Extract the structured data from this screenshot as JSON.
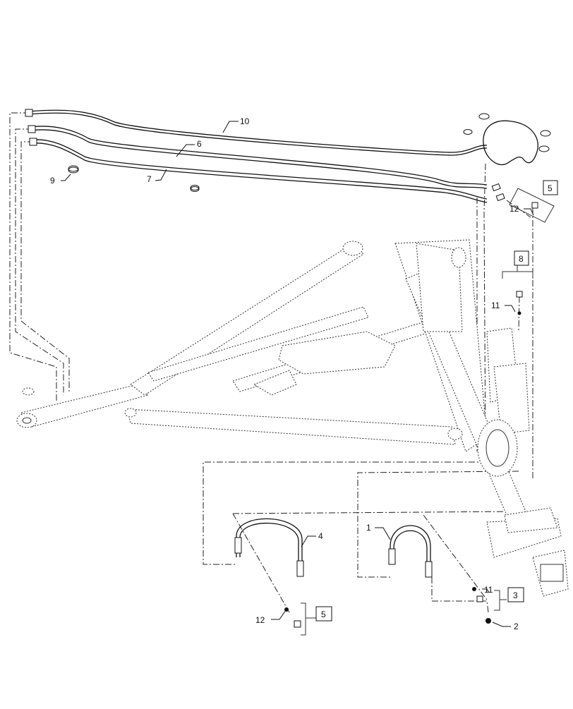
{
  "callouts": {
    "c1": "1",
    "c2": "2",
    "c3": "3",
    "c4": "4",
    "c5_top": "5",
    "c5_bottom": "5",
    "c6": "6",
    "c7": "7",
    "c8": "8",
    "c9": "9",
    "c10": "10",
    "c11_top": "11",
    "c11_bottom": "11",
    "c12_top": "12",
    "c12_bottom": "12"
  },
  "colors": {
    "line": "#111111",
    "background": "#ffffff"
  }
}
